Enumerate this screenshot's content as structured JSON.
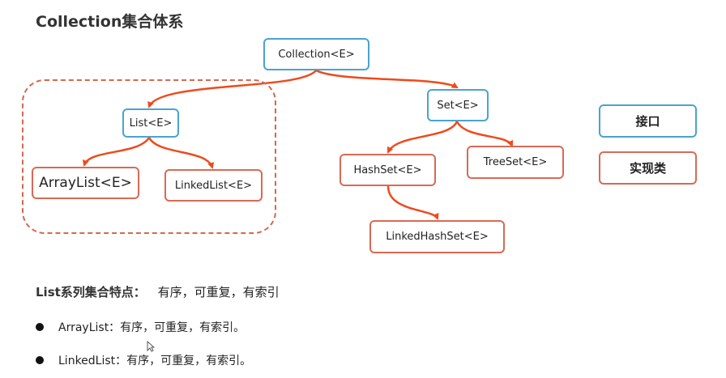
{
  "title": "Collection集合体系",
  "nodes": {
    "collection": "Collection<E>",
    "list": "List<E>",
    "set": "Set<E>",
    "arraylist": "ArrayList<E>",
    "linkedlist": "LinkedList<E>",
    "hashset": "HashSet<E>",
    "treeset": "TreeSet<E>",
    "linkedhashset": "LinkedHashSet<E>"
  },
  "legend": {
    "interface": "接口",
    "implementation": "实现类"
  },
  "colors": {
    "interface_border": "#4aa3d1",
    "impl_border": "#d86a55",
    "arrow": "#ee4a1c",
    "group_dash": "#d2694f"
  },
  "features": {
    "heading": "List系列集合特点：",
    "value": "有序，可重复，有索引",
    "items": [
      "ArrayList：有序，可重复，有索引。",
      "LinkedList：有序，可重复，有索引。"
    ]
  }
}
